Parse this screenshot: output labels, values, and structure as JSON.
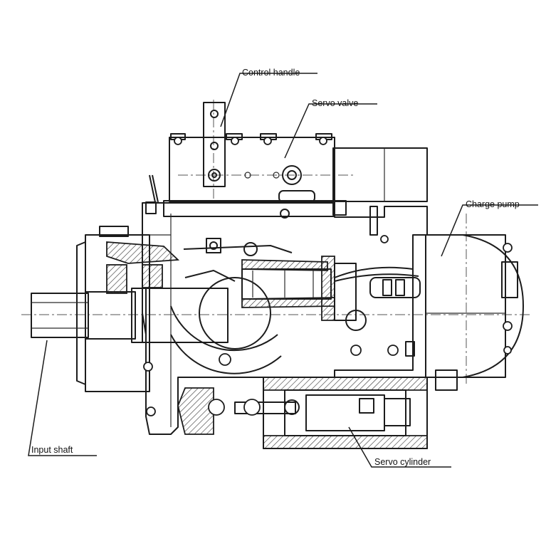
{
  "labels": {
    "control_handle": "Control handle",
    "servo_valve": "Servo valve",
    "charge_pump": "Charge pump",
    "input_shaft": "Input shaft",
    "servo_cylinder": "Servo cylinder"
  }
}
